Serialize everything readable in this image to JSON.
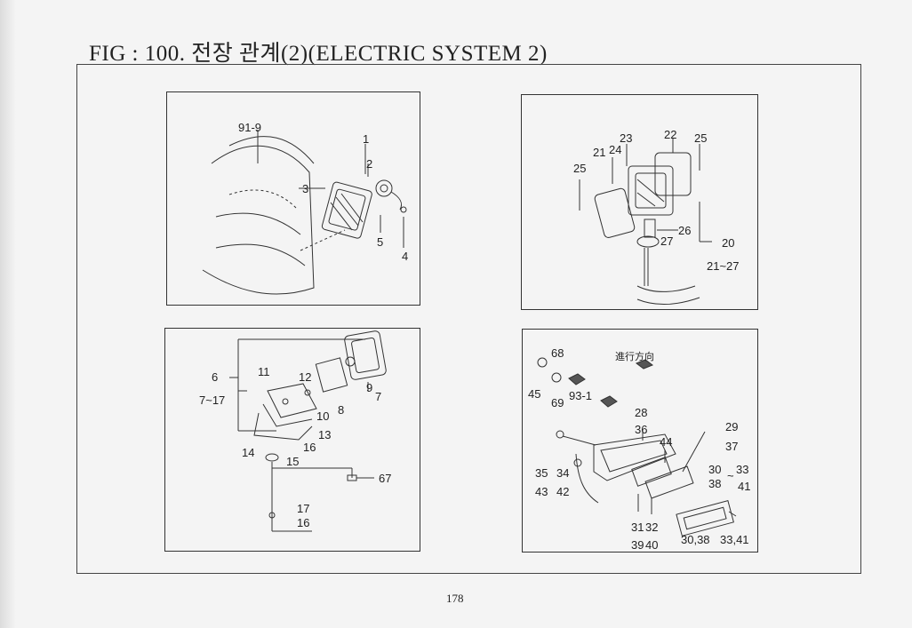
{
  "header": {
    "title": "FIG : 100. 전장 관계(2)(ELECTRIC SYSTEM 2)"
  },
  "panels": {
    "p1": {
      "labels": [
        "91-9",
        "1",
        "2",
        "3",
        "5",
        "4"
      ]
    },
    "p2": {
      "labels": [
        "23",
        "22",
        "25",
        "21",
        "24",
        "25",
        "26",
        "27",
        "20",
        "21~27"
      ]
    },
    "p3": {
      "labels": [
        "6",
        "7~17",
        "11",
        "12",
        "9",
        "7",
        "8",
        "10",
        "13",
        "16",
        "14",
        "15",
        "67",
        "17",
        "16"
      ]
    },
    "p4": {
      "labels": [
        "68",
        "進行方向",
        "45",
        "93-1",
        "69",
        "28",
        "36",
        "44",
        "29",
        "37",
        "35",
        "34",
        "30",
        "~",
        "33",
        "38",
        "41",
        "43",
        "42",
        "31",
        "32",
        "39",
        "40",
        "30,38",
        "33,41"
      ]
    }
  },
  "footer": {
    "page_number": "178"
  }
}
